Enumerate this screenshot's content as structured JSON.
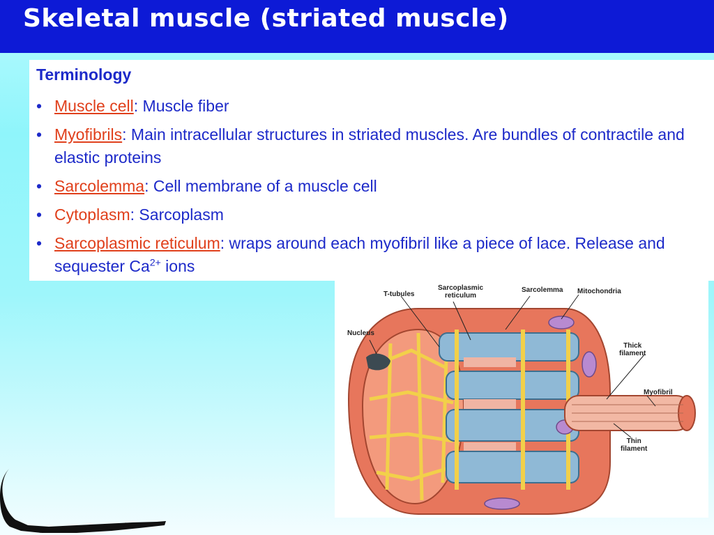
{
  "slide": {
    "title": "Skeletal muscle (striated muscle)",
    "heading": "Terminology",
    "bullets": [
      {
        "term": "Muscle cell",
        "rest": ": Muscle fiber"
      },
      {
        "term": "Myofibrils",
        "rest": ": Main intracellular structures in striated muscles. Are bundles of contractile and elastic proteins"
      },
      {
        "term": "Sarcolemma",
        "rest": ": Cell membrane of a muscle cell"
      },
      {
        "term": "Cytoplasm",
        "rest": ": Sarcoplasm"
      },
      {
        "term": "Sarcoplasmic reticulum",
        "rest": ": wraps around each myofibril like a piece of lace. Release and sequester Ca",
        "sup": "2+",
        "tail": " ions"
      }
    ]
  },
  "diagram": {
    "labels": {
      "t_tubules": "T-tubules",
      "sr_line1": "Sarcoplasmic",
      "sr_line2": "reticulum",
      "sarcolemma": "Sarcolemma",
      "mitochondria": "Mitochondria",
      "nucleus": "Nucleus",
      "thick_line1": "Thick",
      "thick_line2": "filament",
      "myofibril": "Myofibril",
      "thin_line1": "Thin",
      "thin_line2": "filament"
    }
  },
  "colors": {
    "title_bar": "#0d1ad6",
    "body_text": "#1d2ac9",
    "term_text": "#e0401c",
    "muscle_outer": "#e7765c",
    "sr_blue": "#8fb9d6",
    "t_tubule_yellow": "#f2d04a"
  },
  "icons": {
    "decoration": "crocodile-silhouette"
  }
}
